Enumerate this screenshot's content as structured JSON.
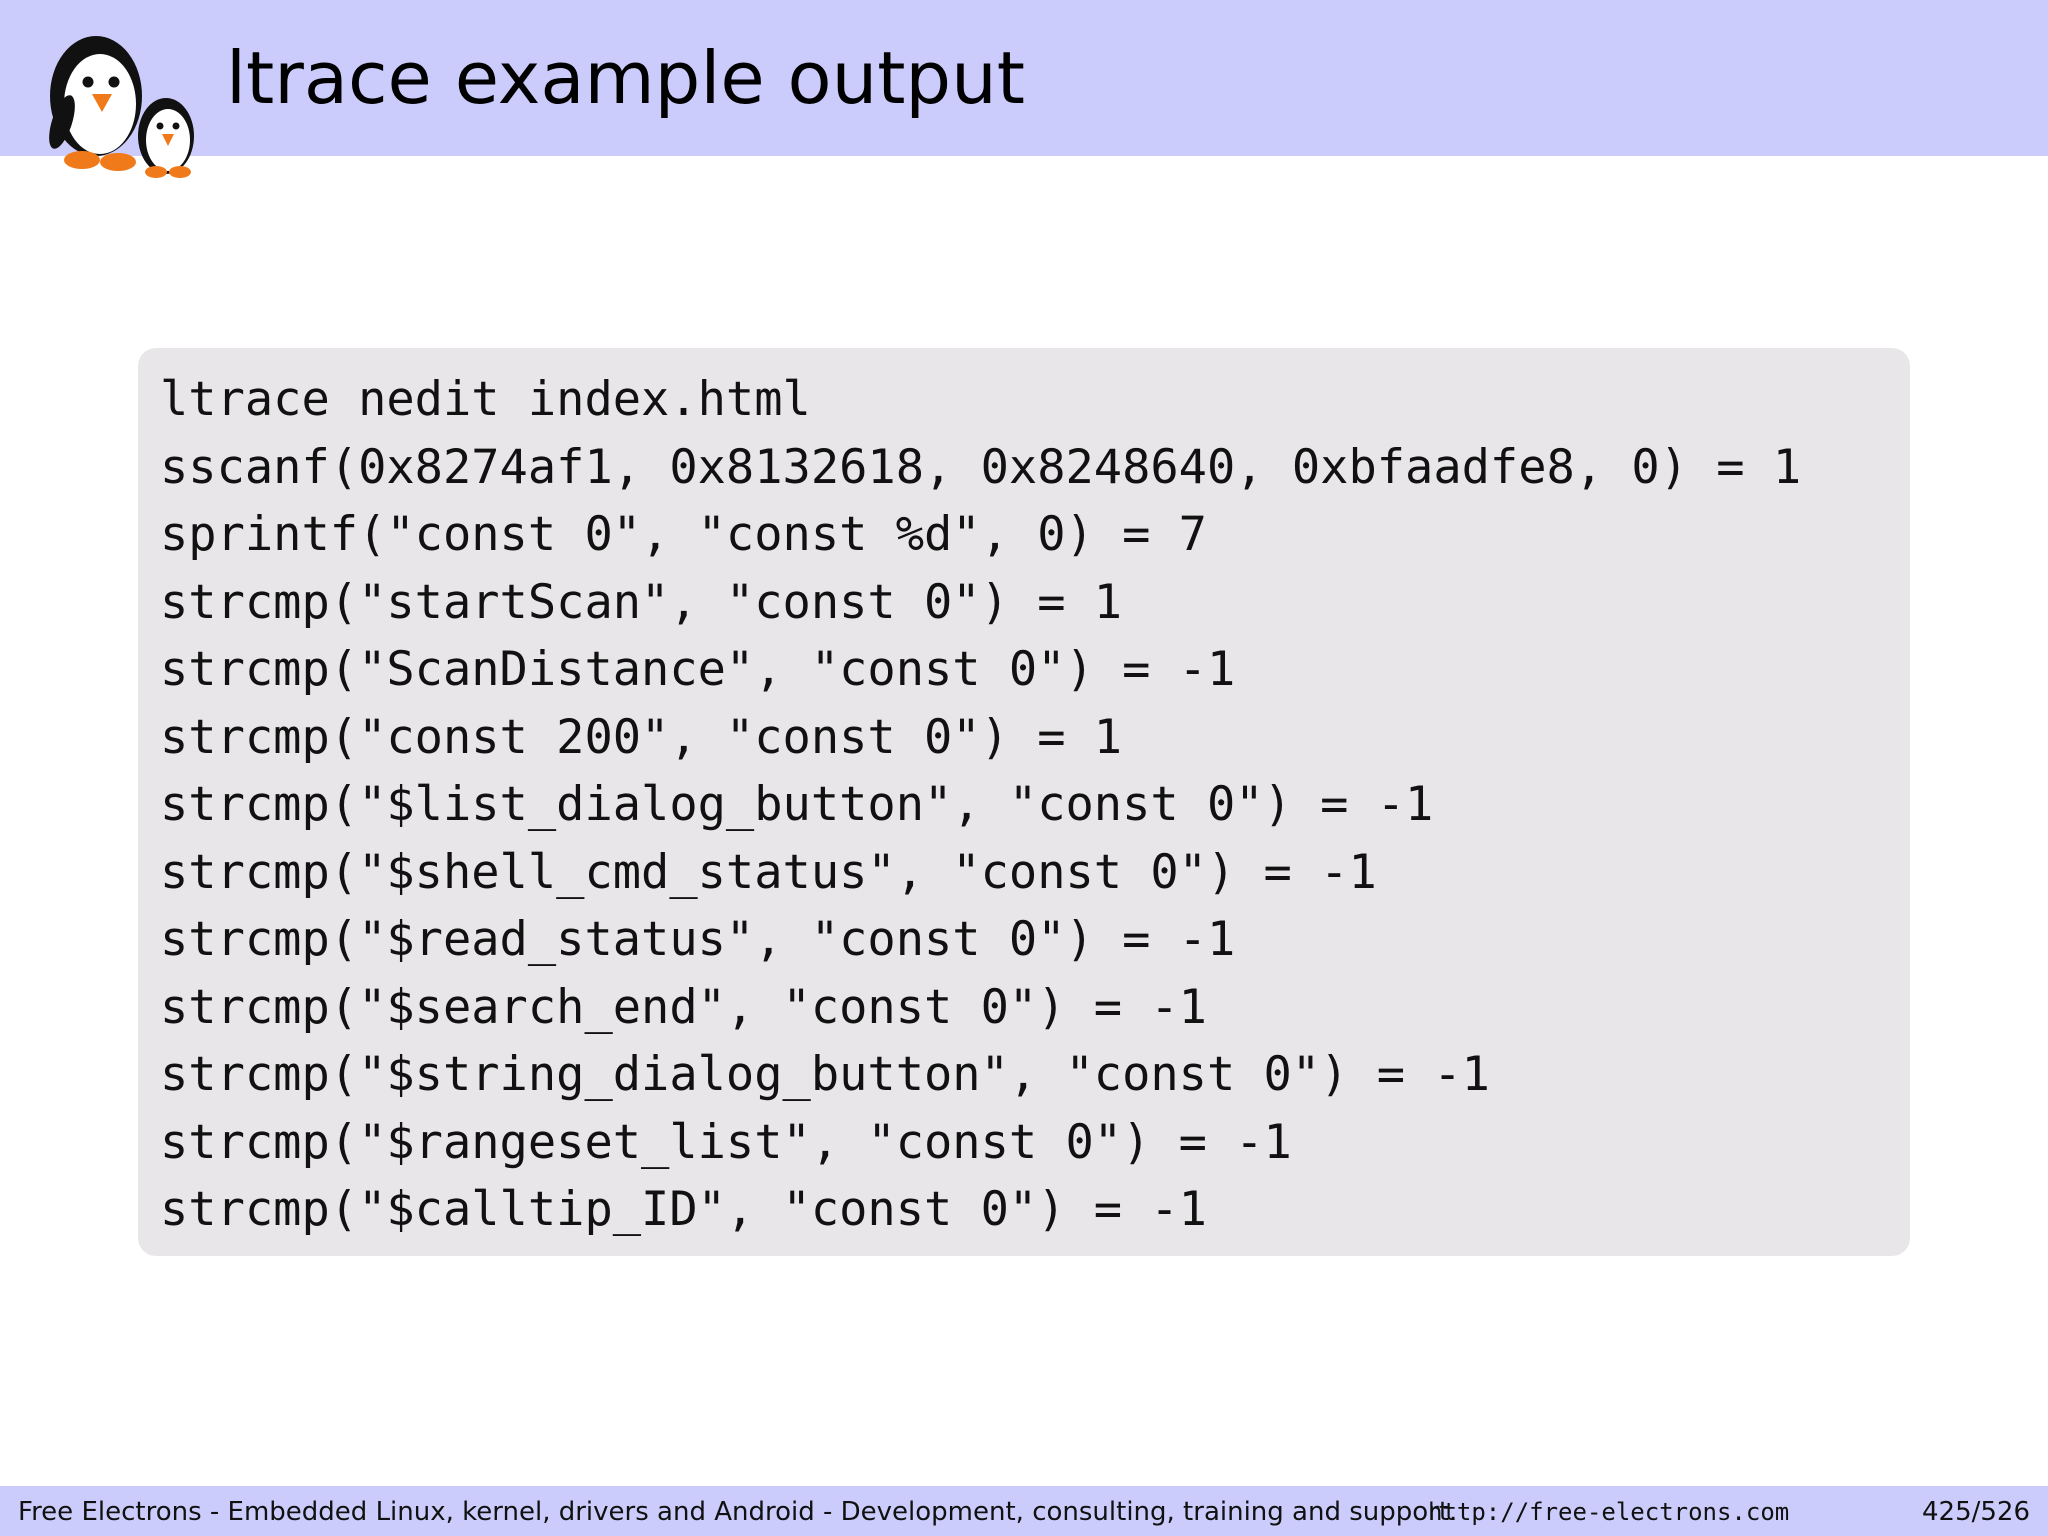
{
  "header": {
    "title": "ltrace example output",
    "logo_icon": "penguins-logo-icon"
  },
  "code": {
    "lines": [
      "ltrace nedit index.html",
      "sscanf(0x8274af1, 0x8132618, 0x8248640, 0xbfaadfe8, 0) = 1",
      "sprintf(\"const 0\", \"const %d\", 0) = 7",
      "strcmp(\"startScan\", \"const 0\") = 1",
      "strcmp(\"ScanDistance\", \"const 0\") = -1",
      "strcmp(\"const 200\", \"const 0\") = 1",
      "strcmp(\"$list_dialog_button\", \"const 0\") = -1",
      "strcmp(\"$shell_cmd_status\", \"const 0\") = -1",
      "strcmp(\"$read_status\", \"const 0\") = -1",
      "strcmp(\"$search_end\", \"const 0\") = -1",
      "strcmp(\"$string_dialog_button\", \"const 0\") = -1",
      "strcmp(\"$rangeset_list\", \"const 0\") = -1",
      "strcmp(\"$calltip_ID\", \"const 0\") = -1"
    ]
  },
  "footer": {
    "text": "Free Electrons - Embedded Linux, kernel, drivers and Android - Development, consulting, training and support.",
    "url": "http://free-electrons.com",
    "page": "425/526"
  },
  "colors": {
    "header_bar": "#ccccfc",
    "footer_bar": "#ccccfc",
    "code_background": "#e8e6e8",
    "penguin_beak_feet": "#f07a1a"
  }
}
